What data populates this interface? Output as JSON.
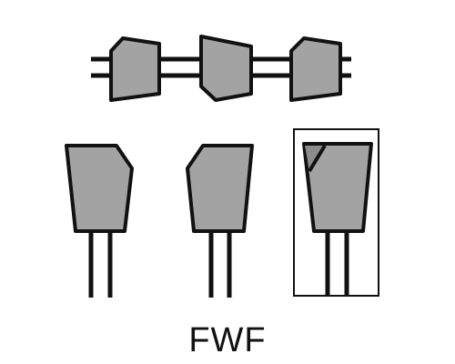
{
  "caption": {
    "text": "FWF"
  },
  "colors": {
    "tooth_fill": "#a3a3a3",
    "outline": "#111111",
    "background": "#ffffff"
  },
  "diagram": {
    "top_row": {
      "teeth": [
        {
          "id": "tooth-1",
          "profile": "bevel-top-left"
        },
        {
          "id": "tooth-2",
          "profile": "bevel-bottom-left"
        },
        {
          "id": "tooth-3",
          "profile": "bevel-top-left"
        }
      ]
    },
    "bottom_row": {
      "teeth": [
        {
          "id": "tooth-a",
          "profile": "bevel-right",
          "highlighted": false
        },
        {
          "id": "tooth-b",
          "profile": "bevel-left",
          "highlighted": false
        },
        {
          "id": "tooth-c",
          "profile": "bevel-left-shaded",
          "highlighted": true
        }
      ]
    }
  }
}
